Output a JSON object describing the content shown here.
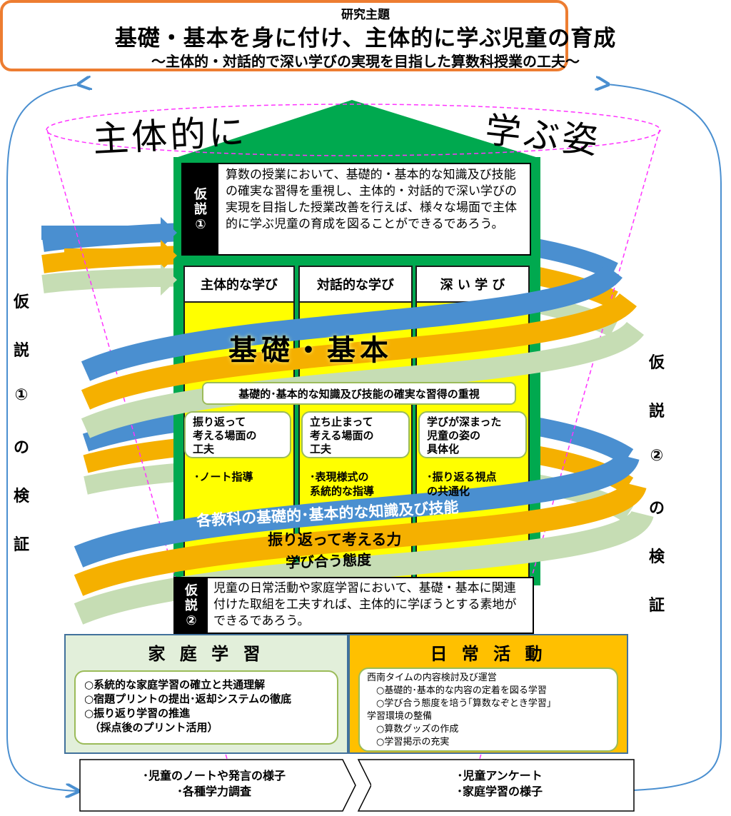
{
  "header": {
    "label": "研究主題",
    "title": "基礎・基本を身に付け、主体的に学ぶ児童の育成",
    "subtitle": "～主体的・対話的で深い学びの実現を目指した算数科授業の工夫～"
  },
  "big_text": {
    "left": "主体的に",
    "right": "学ぶ姿"
  },
  "hypothesis1": {
    "tag": [
      "仮",
      "説",
      "①"
    ],
    "text": "算数の授業において、基礎的・基本的な知識及び技能の確実な習得を重視し、主体的・対話的で深い学びの実現を目指した授業改善を行えば、様々な場面で主体的に学ぶ児童の育成を図ることができるであろう。"
  },
  "columns": [
    "主体的な学び",
    "対話的な学び",
    "深 い 学 び"
  ],
  "band_title": "基礎・基本",
  "emphasis": "基礎的･基本的な知識及び技能の確実な習得の重視",
  "points": [
    {
      "box": "振り返って\n考える場面の\n工夫",
      "bullet": "･ノート指導"
    },
    {
      "box": "立ち止まって\n考える場面の\n工夫",
      "bullet": "･表現様式の\n 系統的な指導"
    },
    {
      "box": "学びが深まった\n児童の姿の\n具体化",
      "bullet": "･振り返る視点\n の共通化"
    }
  ],
  "ribbons": {
    "blue": "各教科の基礎的･基本的な知識及び技能",
    "orange": "振り返って考える力",
    "green": "学び合う態度"
  },
  "hypothesis2": {
    "tag": [
      "仮",
      "説",
      "②"
    ],
    "text": "児童の日常活動や家庭学習において、基礎・基本に関連付けた取組を工夫すれば、主体的に学ぼうとする素地ができるであろう。"
  },
  "home_study": {
    "title": "家 庭 学 習",
    "items": [
      "○系統的な家庭学習の確立と共通理解",
      "○宿題プリントの提出･返却システムの徹底",
      "○振り返り学習の推進",
      "　（採点後のプリント活用）"
    ]
  },
  "daily_activity": {
    "title": "日 常 活 動",
    "items": [
      "西南タイムの内容検討及び運営",
      "　○基礎的･基本的な内容の定着を図る学習",
      "　○学び合う態度を培う｢算数なぞとき学習｣",
      "学習環境の整備",
      "　○算数グッズの作成",
      "　○学習掲示の充実"
    ]
  },
  "verify_left": [
    "仮",
    "説",
    "①",
    "の",
    "検",
    "証"
  ],
  "verify_right": [
    "仮",
    "説",
    "②",
    "の",
    "検",
    "証"
  ],
  "bottom_left": [
    "･児童のノートや発言の様子",
    "･各種学力調査"
  ],
  "bottom_right": [
    "･児童アンケート",
    "･家庭学習の様子"
  ],
  "colors": {
    "green": "#00A94F",
    "yellow": "#FFFF00",
    "blue": "#4A8FD0",
    "orange": "#F5B000",
    "lightgreen": "#C6DDB4",
    "title_border": "#ED7D31"
  }
}
